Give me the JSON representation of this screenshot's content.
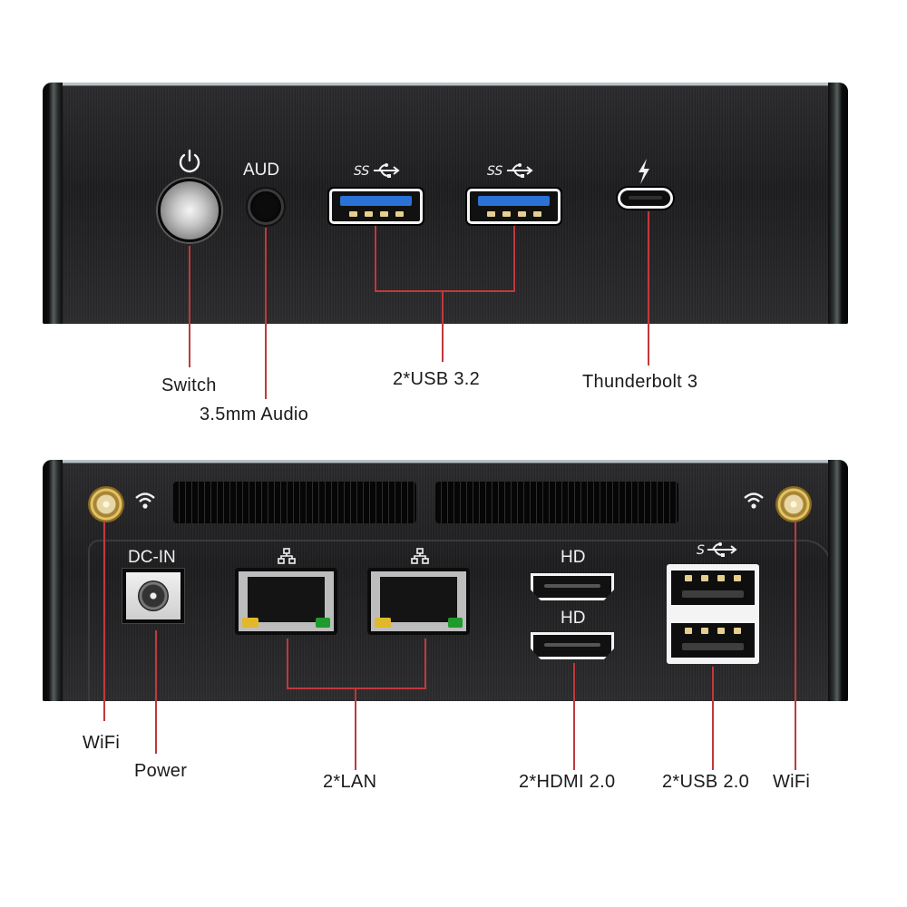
{
  "front_panel": {
    "icons": {
      "power": "power-icon",
      "usb_superspeed": "usb-superspeed-icon",
      "thunderbolt": "thunderbolt-bolt-icon"
    },
    "port_labels": {
      "audio": "AUD"
    },
    "ports": [
      "power-button",
      "audio-jack",
      "usb-3.2-a",
      "usb-3.2-a",
      "usb-c-thunderbolt"
    ],
    "callouts": {
      "switch": "Switch",
      "audio": "3.5mm Audio",
      "usb": "2*USB 3.2",
      "thunderbolt": "Thunderbolt 3"
    }
  },
  "back_panel": {
    "icons": {
      "wifi": "wifi-icon",
      "lan": "network-icon",
      "usb": "usb-icon"
    },
    "port_labels": {
      "dc_in": "DC-IN",
      "hdmi_top": "HD",
      "hdmi_bottom": "HD"
    },
    "ports": [
      "wifi-antenna",
      "dc-in",
      "rj45",
      "rj45",
      "hdmi",
      "hdmi",
      "usb-2.0-a",
      "usb-2.0-a",
      "wifi-antenna"
    ],
    "callouts": {
      "wifi_left": "WiFi",
      "power": "Power",
      "lan": "2*LAN",
      "hdmi": "2*HDMI 2.0",
      "usb": "2*USB 2.0",
      "wifi_right": "WiFi"
    }
  },
  "colors": {
    "leader_line": "#c0393b",
    "usb3_blue": "#2a72d6",
    "lan_led_yellow": "#e1b82a",
    "lan_led_green": "#1f9a2c",
    "antenna_gold": "#e3c466",
    "chassis": "#1f1f21"
  }
}
